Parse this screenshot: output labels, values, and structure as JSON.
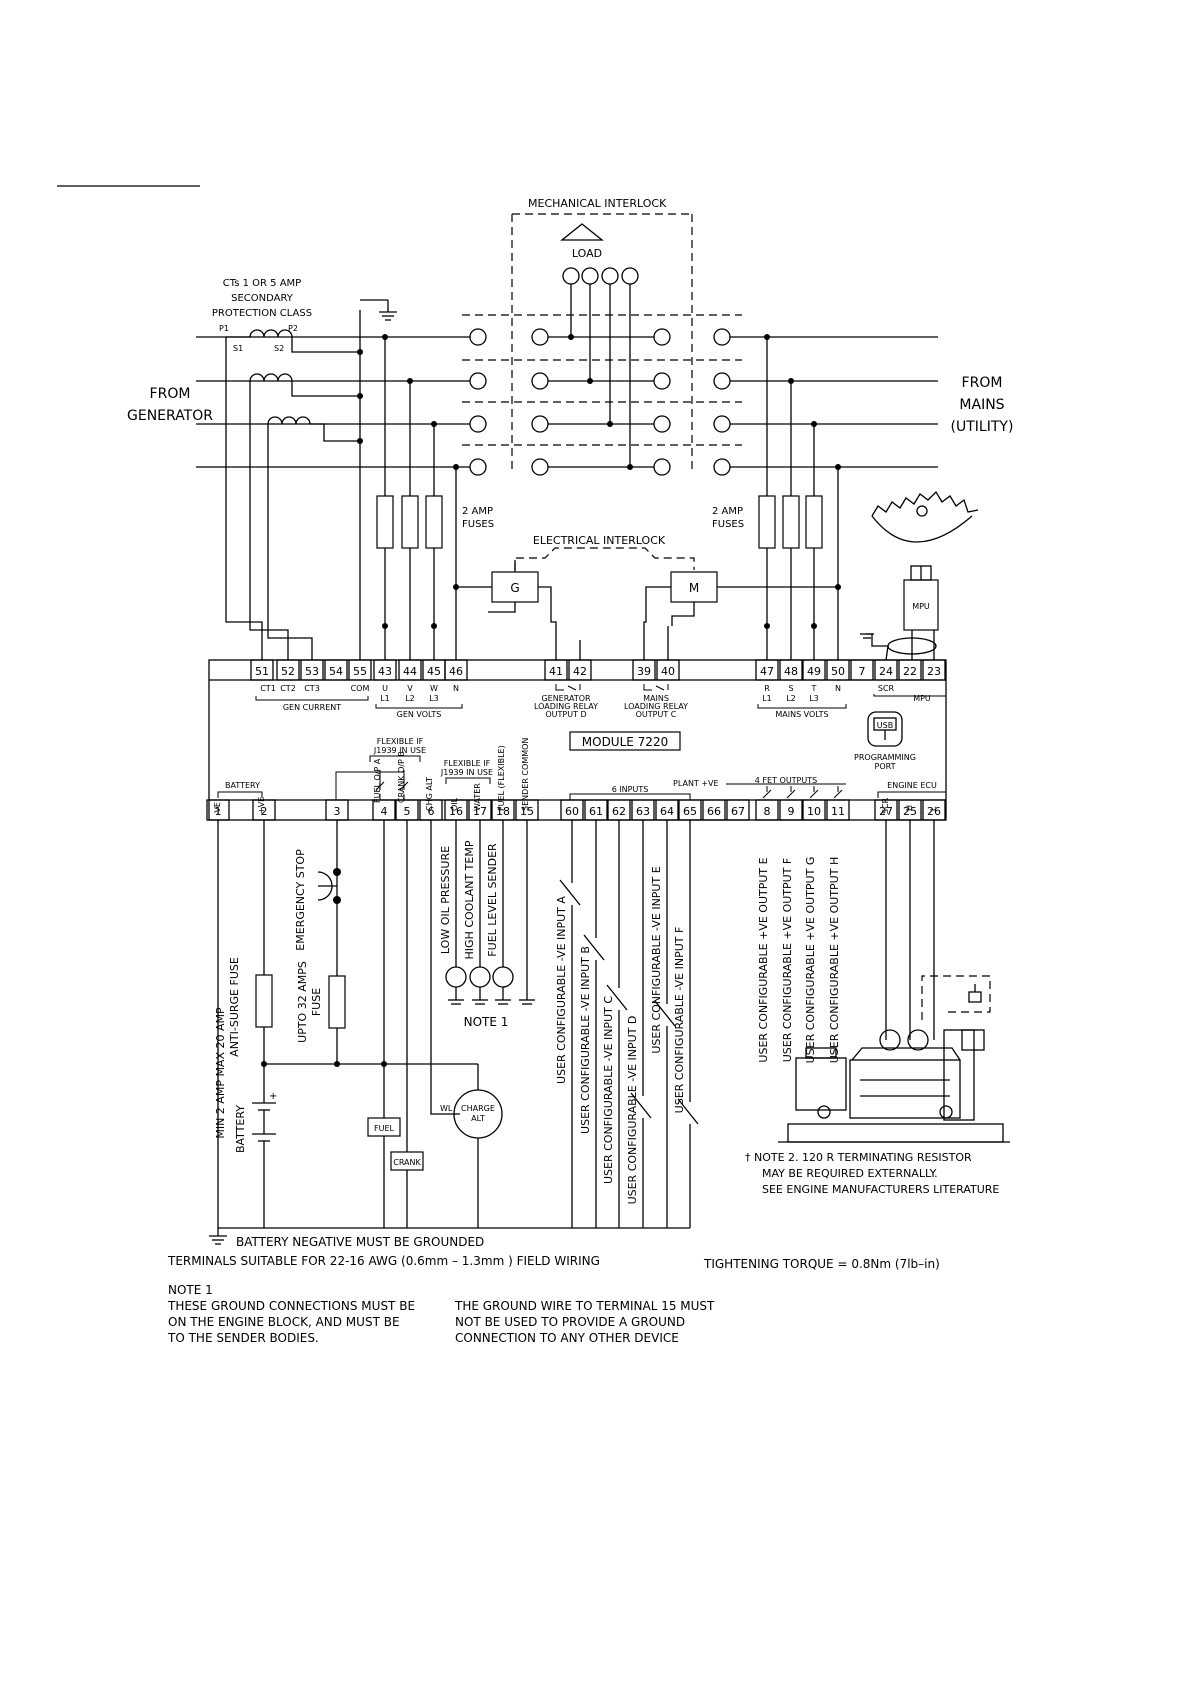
{
  "labels": {
    "mech_interlock": "MECHANICAL INTERLOCK",
    "load": "LOAD",
    "cts1": "CTs 1 OR 5 AMP",
    "cts2": "SECONDARY",
    "cts3": "PROTECTION CLASS",
    "p1": "P1",
    "p2": "P2",
    "s1": "S1",
    "s2": "S2",
    "from_gen1": "FROM",
    "from_gen2": "GENERATOR",
    "from_mains1": "FROM",
    "from_mains2": "MAINS",
    "from_mains3": "(UTILITY)",
    "fuses_l1": "2 AMP",
    "fuses_l2": "FUSES",
    "fuses_r1": "2 AMP",
    "fuses_r2": "FUSES",
    "elec_interlock": "ELECTRICAL INTERLOCK",
    "g": "G",
    "m": "M",
    "mpu": "MPU",
    "module": "MODULE 7220",
    "gen_current": "GEN CURRENT",
    "gen_volts": "GEN VOLTS",
    "mains_volts": "MAINS VOLTS",
    "gen_relay1": "GENERATOR",
    "gen_relay2": "LOADING RELAY",
    "gen_relay3": "OUTPUT D",
    "mains_relay1": "MAINS",
    "mains_relay2": "LOADING RELAY",
    "mains_relay3": "OUTPUT C",
    "scr_top": "SCR",
    "mpu_top": "MPU",
    "usb": "USB",
    "prog1": "PROGRAMMING",
    "prog2": "PORT",
    "battery_hdr": "BATTERY",
    "flex1a": "FLEXIBLE IF",
    "flex1b": "J1939 IN USE",
    "flex2a": "FLEXIBLE IF",
    "flex2b": "J1939 IN USE",
    "six_inputs": "6 INPUTS",
    "plant_ve": "PLANT +VE",
    "fet_outputs": "4 FET OUTPUTS",
    "engine_ecu": "ENGINE ECU",
    "emergency_stop": "EMERGENCY STOP",
    "upto1": "UPTO 32 AMPS",
    "upto2": "FUSE",
    "min1": "MIN 2 AMP MAX 20 AMP",
    "min2": "ANTI-SURGE FUSE",
    "battery_v": "BATTERY",
    "fuel_box": "FUEL",
    "crank_box": "CRANK",
    "wl": "WL",
    "charge1": "CHARGE",
    "charge2": "ALT",
    "low_oil": "LOW OIL PRESSURE",
    "high_coolant": "HIGH COOLANT TEMP",
    "fuel_level": "FUEL LEVEL SENDER",
    "note1_tag": "NOTE 1",
    "note2_a": "† NOTE 2. 120 R TERMINATING RESISTOR",
    "note2_b": "MAY BE REQUIRED EXTERNALLY.",
    "note2_c": "SEE ENGINE MANUFACTURERS LITERATURE",
    "battery_ground": "BATTERY NEGATIVE MUST BE GROUNDED",
    "terminals": "TERMINALS SUITABLE FOR 22-16 AWG (0.6mm – 1.3mm ) FIELD WIRING",
    "torque": "TIGHTENING TORQUE = 0.8Nm (7lb–in)",
    "note1_title": "NOTE 1",
    "note1_l1": "THESE GROUND CONNECTIONS MUST BE",
    "note1_l2": "ON THE ENGINE BLOCK, AND MUST BE",
    "note1_l3": "TO THE SENDER BODIES.",
    "note1_r1": "THE GROUND WIRE TO TERMINAL 15 MUST",
    "note1_r2": "NOT BE USED TO PROVIDE A GROUND",
    "note1_r3": "CONNECTION TO ANY OTHER DEVICE"
  },
  "top_terminals": [
    "51",
    "52",
    "53",
    "54",
    "55",
    "43",
    "44",
    "45",
    "46",
    "41",
    "42",
    "39",
    "40",
    "47",
    "48",
    "49",
    "50",
    "7",
    "24",
    "22",
    "23"
  ],
  "top_sublabels": [
    "CT1",
    "CT2",
    "CT3",
    "COM",
    "U",
    "V",
    "W",
    "N",
    "L1",
    "L2",
    "L3",
    "R",
    "S",
    "T",
    "N",
    "L1",
    "L2",
    "L3",
    "SCR",
    "MPU"
  ],
  "bottom_terminals": [
    "1",
    "2",
    "3",
    "4",
    "5",
    "6",
    "16",
    "17",
    "18",
    "15",
    "60",
    "61",
    "62",
    "63",
    "64",
    "65",
    "66",
    "67",
    "8",
    "9",
    "10",
    "11",
    "27",
    "25",
    "26"
  ],
  "bottom_sublabels": [
    "-VE",
    "+VE",
    "FUEL O/P A",
    "CRANK O/P B",
    "CHG ALT",
    "OIL",
    "WATER",
    "FUEL (FLEXIBLE)",
    "SENDER COMMON",
    "SCR",
    "H",
    "L"
  ],
  "inputs": [
    "USER CONFIGURABLE -VE INPUT A",
    "USER CONFIGURABLE -VE INPUT B",
    "USER CONFIGURABLE -VE INPUT C",
    "USER CONFIGURABLE -VE INPUT D",
    "USER CONFIGURABLE -VE INPUT E",
    "USER CONFIGURABLE -VE INPUT F"
  ],
  "outputs": [
    "USER CONFIGURABLE +VE OUTPUT E",
    "USER CONFIGURABLE +VE OUTPUT F",
    "USER CONFIGURABLE +VE OUTPUT G",
    "USER CONFIGURABLE +VE OUTPUT H"
  ]
}
